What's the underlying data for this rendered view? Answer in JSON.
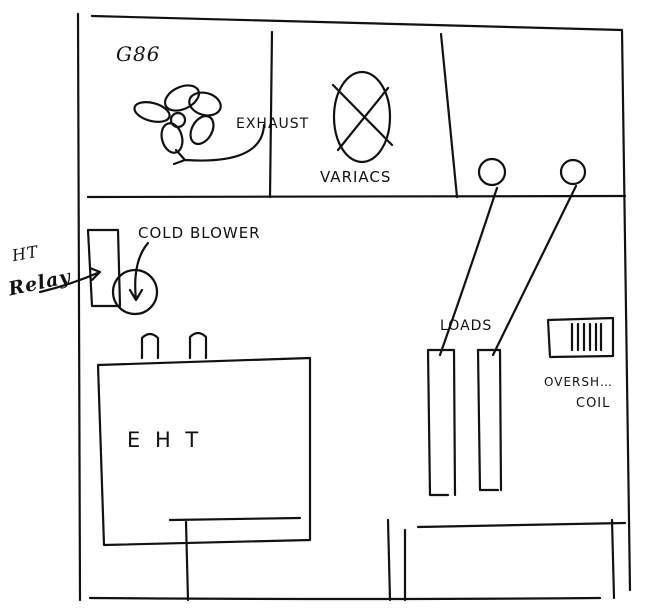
{
  "labels": {
    "g86": "G86",
    "exhaust": "EXHAUST",
    "variacs": "VARIACS",
    "cold_blower": "COLD BLOWER",
    "ht": "HT",
    "relay": "Relay",
    "loads": "LOADS",
    "eht": "E H T",
    "overshoot": "OVERSH…",
    "coil": "COIL"
  },
  "colors": {
    "ink": "#111111",
    "paper": "#ffffff"
  }
}
